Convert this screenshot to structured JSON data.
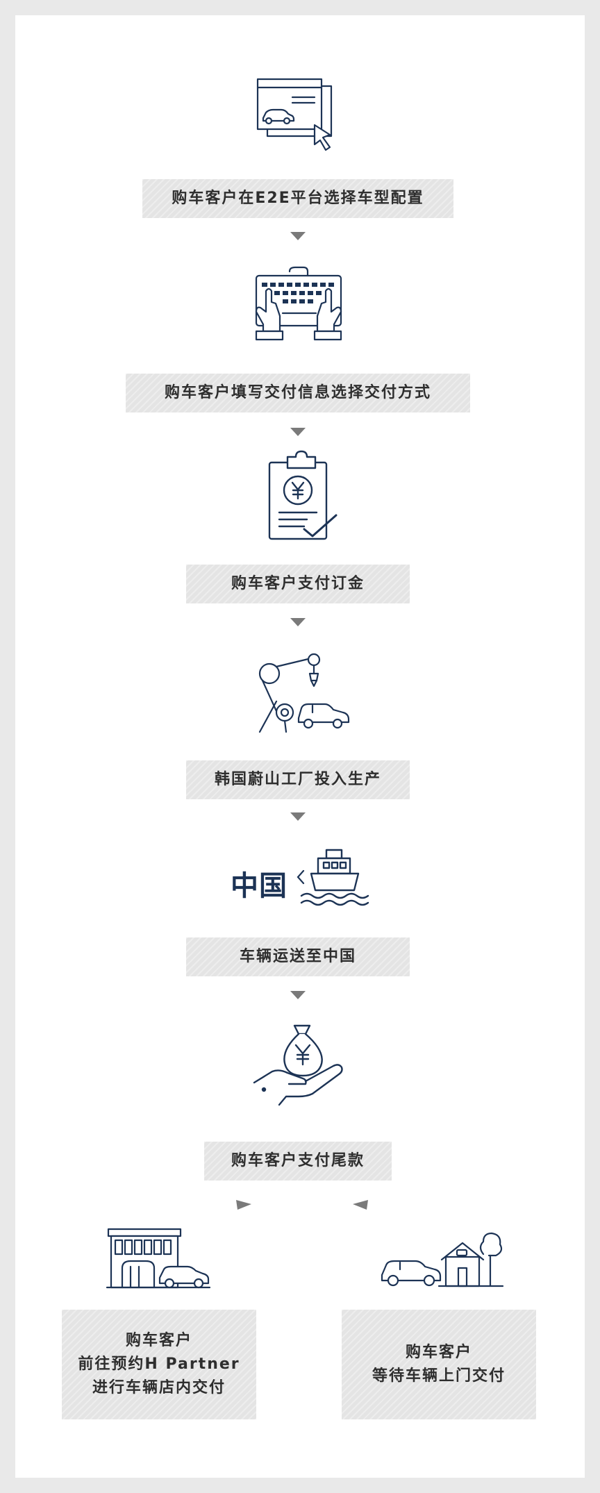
{
  "steps": [
    {
      "label": "购车客户在E2E平台选择车型配置",
      "icon": "browser-car-cursor-icon"
    },
    {
      "label": "购车客户填写交付信息选择交付方式",
      "icon": "keyboard-hands-icon"
    },
    {
      "label": "购车客户支付订金",
      "icon": "clipboard-yen-check-icon"
    },
    {
      "label": "韩国蔚山工厂投入生产",
      "icon": "robot-arm-car-icon"
    },
    {
      "label": "车辆运送至中国",
      "icon": "ship-icon"
    },
    {
      "label": "购车客户支付尾款",
      "icon": "hand-money-bag-icon"
    }
  ],
  "ship_destination": "中国",
  "options": [
    {
      "lines": [
        "购车客户",
        "前往预约H Partner",
        "进行车辆店内交付"
      ],
      "icon": "dealership-car-icon"
    },
    {
      "lines": [
        "购车客户",
        "等待车辆上门交付"
      ],
      "icon": "car-house-icon"
    }
  ],
  "colors": {
    "icon_stroke": "#1c3355",
    "label_bg": "#e4e4e4",
    "arrow": "#7a7a7a",
    "page_bg": "#e9e9e9"
  }
}
